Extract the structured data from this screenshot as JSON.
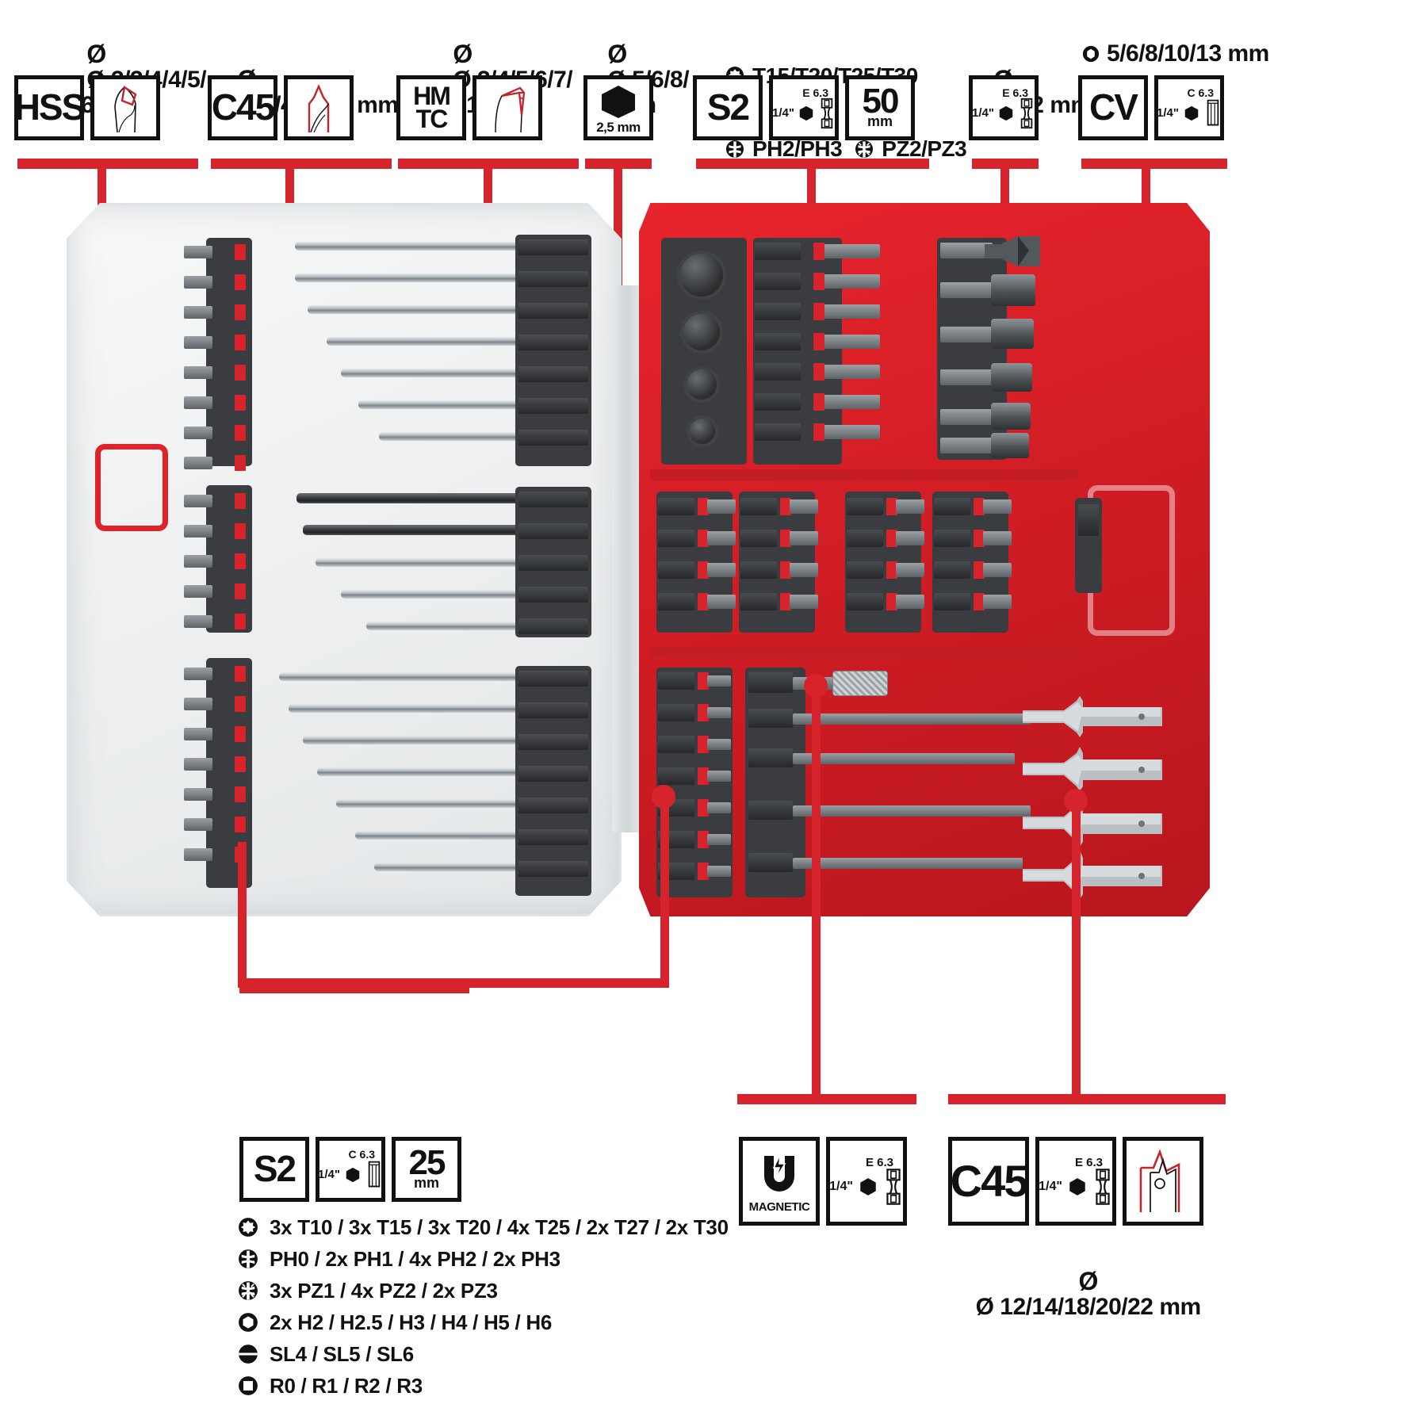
{
  "top_specs": [
    {
      "id": "hss",
      "text": "Ø 3/3/4/4/5/\n5/6/6 mm"
    },
    {
      "id": "c45",
      "text": "Ø 3/4/5/6/8 mm"
    },
    {
      "id": "hmtc",
      "text": "Ø 3/4/5/6/7/\n8/9/10 mm"
    },
    {
      "id": "hex",
      "text": "Ø 5/6/8/\n10 mm"
    },
    {
      "id": "s2",
      "text": "T15/T20/T25/T30\nPH2/PH3   PZ2/PZ3"
    },
    {
      "id": "cs",
      "text": "Ø 12 mm"
    },
    {
      "id": "cv",
      "text": "5/6/8/10/13 mm"
    }
  ],
  "top_boxes": [
    {
      "id": "hss-material",
      "label": "HSS",
      "kind": "text"
    },
    {
      "id": "hss-tip",
      "label": "twist-drill-tip",
      "kind": "drawing-metal"
    },
    {
      "id": "c45-material",
      "label": "C45",
      "kind": "text"
    },
    {
      "id": "c45-tip",
      "label": "wood-drill-tip",
      "kind": "drawing-wood"
    },
    {
      "id": "hmtc-material",
      "label": "HM\nTC",
      "kind": "text2"
    },
    {
      "id": "hmtc-tip",
      "label": "masonry-drill-tip",
      "kind": "drawing-masonry"
    },
    {
      "id": "hex-size",
      "label": "2,5 mm",
      "kind": "hexsize"
    },
    {
      "id": "s2-material",
      "label": "S2",
      "kind": "text"
    },
    {
      "id": "s2-shank",
      "label": "quarter-inch-E6.3",
      "kind": "shank-e",
      "sub": "E 6.3",
      "frac": "1/4\""
    },
    {
      "id": "len-50",
      "label": "50",
      "unit": "mm",
      "kind": "length"
    },
    {
      "id": "cs-shank",
      "label": "quarter-inch-E6.3",
      "kind": "shank-e",
      "sub": "E 6.3",
      "frac": "1/4\""
    },
    {
      "id": "cv-material",
      "label": "CV",
      "kind": "text"
    },
    {
      "id": "cv-shank",
      "label": "quarter-inch-C6.3",
      "kind": "shank-c",
      "sub": "C 6.3",
      "frac": "1/4\""
    }
  ],
  "bottom_left_boxes": [
    {
      "id": "s2-material-b",
      "label": "S2",
      "kind": "text"
    },
    {
      "id": "s2-shank-b",
      "label": "quarter-inch-C6.3",
      "kind": "shank-c",
      "sub": "C 6.3",
      "frac": "1/4\""
    },
    {
      "id": "len-25",
      "label": "25",
      "unit": "mm",
      "kind": "length"
    }
  ],
  "bottom_left_list": [
    {
      "icon": "torx-icon",
      "text": "3x T10 / 3x T15 / 3x T20 / 4x T25 / 2x T27 / 2x T30"
    },
    {
      "icon": "phillips-icon",
      "text": "PH0 / 2x PH1 / 4x PH2 / 2x PH3"
    },
    {
      "icon": "pozidriv-icon",
      "text": "3x PZ1 / 4x PZ2 / 2x PZ3"
    },
    {
      "icon": "hex-icon",
      "text": "2x H2 / H2.5 / H3 / H4 / H5 / H6"
    },
    {
      "icon": "slotted-icon",
      "text": "SL4 / SL5 / SL6"
    },
    {
      "icon": "square-icon",
      "text": "R0 / R1 / R2 / R3"
    }
  ],
  "bottom_mid_boxes": [
    {
      "id": "magnetic",
      "label": "MAGNETIC",
      "kind": "magnet"
    },
    {
      "id": "mag-shank",
      "label": "quarter-inch-E6.3",
      "kind": "shank-e",
      "sub": "E 6.3",
      "frac": "1/4\""
    }
  ],
  "bottom_right_boxes": [
    {
      "id": "c45-material-b",
      "label": "C45",
      "kind": "text"
    },
    {
      "id": "c45-shank-b",
      "label": "quarter-inch-E6.3",
      "kind": "shank-e",
      "sub": "E 6.3",
      "frac": "1/4\""
    },
    {
      "id": "spade-tip",
      "label": "spade-bit-tip",
      "kind": "drawing-spade"
    }
  ],
  "bottom_right_caption": "Ø 12/14/18/20/22 mm",
  "colors": {
    "brand_red": "#d7232b",
    "case_red": "#d41e26",
    "ink": "#111111",
    "tray_dark": "#3a3c3f"
  }
}
